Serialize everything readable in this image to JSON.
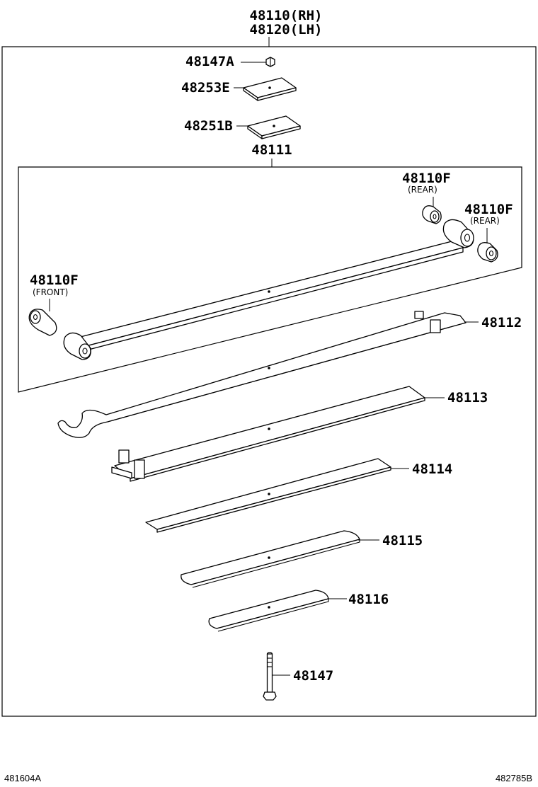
{
  "assembly": {
    "part_rh": "48110(RH)",
    "part_lh": "48120(LH)"
  },
  "parts": {
    "nut": "48147A",
    "plate_upper": "48253E",
    "plate_lower": "48251B",
    "leaf_assembly": "48111",
    "bushing_rear_1": {
      "number": "48110F",
      "note": "(REAR)"
    },
    "bushing_rear_2": {
      "number": "48110F",
      "note": "(REAR)"
    },
    "bushing_front": {
      "number": "48110F",
      "note": "(FRONT)"
    },
    "leaf_2": "48112",
    "leaf_3": "48113",
    "leaf_4": "48114",
    "leaf_5": "48115",
    "leaf_6": "48116",
    "center_bolt": "48147"
  },
  "footer": {
    "left_code": "481604A",
    "right_code": "482785B"
  }
}
